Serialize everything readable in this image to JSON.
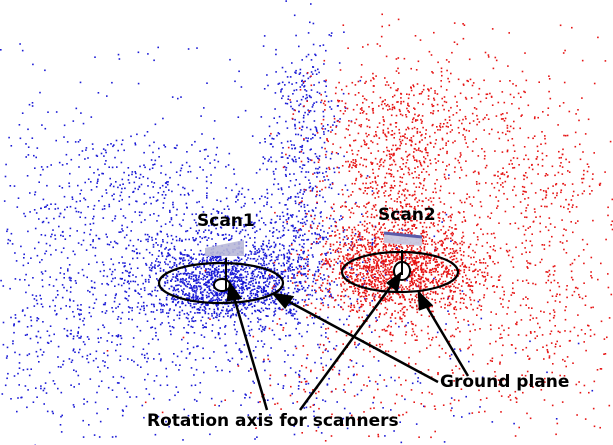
{
  "labels": {
    "scan1": "Scan1",
    "scan2": "Scan2",
    "ground_plane": "Ground plane",
    "rotation_axis": "Rotation axis for scanners"
  },
  "colors": {
    "scan1_points": "#1a1ad6",
    "scan2_points": "#e61414",
    "annotation": "#000000",
    "background": "#ffffff"
  }
}
